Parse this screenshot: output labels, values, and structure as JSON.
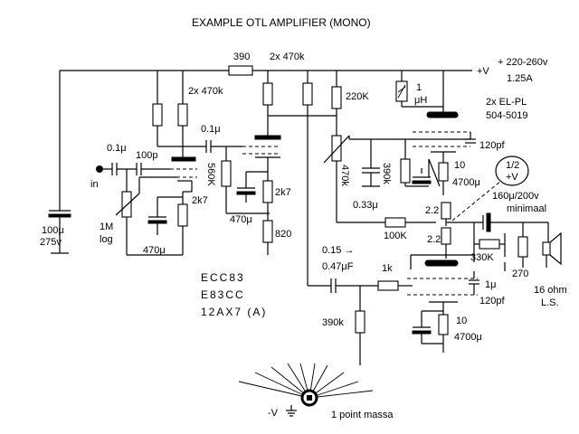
{
  "title": "EXAMPLE OTL AMPLIFIER  (MONO)",
  "supply": {
    "plus": "+V",
    "voltage": "+ 220-260v",
    "current": "1.25A",
    "minus": "-V"
  },
  "tubes": {
    "output": [
      "2x EL-PL",
      "504-5019"
    ],
    "preamp": [
      "ECC83",
      "E83CC",
      "12AX7 (A)"
    ]
  },
  "labels": {
    "r_390_top": "390",
    "r_2x470k_top": "2x 470k",
    "r_2x470k_left": "2x 470k",
    "r_220k": "220K",
    "choke": "1",
    "choke_unit": "μH",
    "c_01u_a": "0.1μ",
    "c_01u_b": "0.1μ",
    "c_100p": "100p",
    "input": "in",
    "r_560k": "560K",
    "r_2k7_a": "2k7",
    "r_2k7_b": "2k7",
    "c_470u_a": "470μ",
    "c_470u_b": "470μ",
    "r_820": "820",
    "pot_1m": "1M",
    "pot_log": "log",
    "c_100u": "100μ",
    "c_275v": "275v",
    "r_470k": "470k",
    "c_033u": "0.33μ",
    "r_390k_mid": "390k",
    "r_10_a": "10",
    "c_4700u_a": "4700μ",
    "c_120pf_a": "120pf",
    "r_22_a": "2.2",
    "r_22_b": "2.2",
    "r_100k": "100K",
    "c_160u": "160μ/200v",
    "minimaal": "minimaal",
    "half_v_top": "1/2",
    "half_v_bottom": "+V",
    "r_330k": "330K",
    "r_270": "270",
    "speaker_a": "16 ohm",
    "speaker_b": "L.S.",
    "c_coupling_a": "0.15 →",
    "c_coupling_b": "0.47μF",
    "r_1k": "1k",
    "c_1u": "1μ",
    "c_120pf_b": "120pf",
    "r_390k_bottom": "390k",
    "r_10_b": "10",
    "c_4700u_b": "4700μ",
    "ground": "1 point massa"
  }
}
